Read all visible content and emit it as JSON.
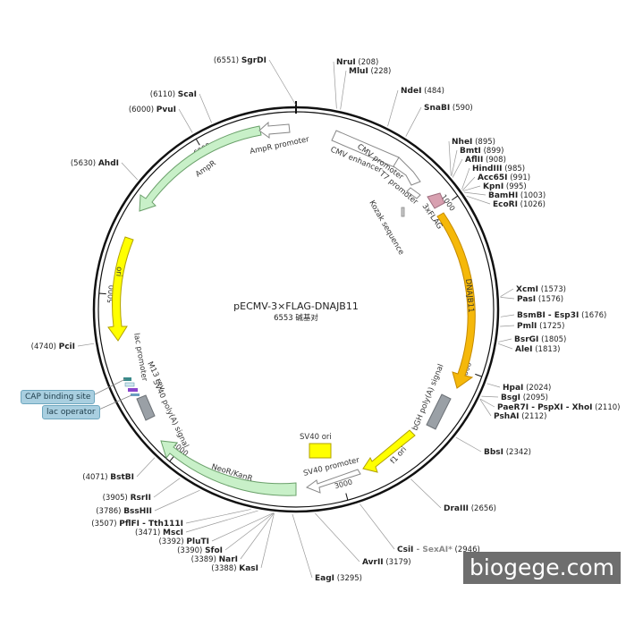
{
  "plasmid": {
    "name": "pECMV-3×FLAG-DNAJB11",
    "size_label": "6553 碱基对",
    "length": 6553
  },
  "ticks": [
    {
      "pos": 1000,
      "label": "1000"
    },
    {
      "pos": 2000,
      "label": "2000"
    },
    {
      "pos": 3000,
      "label": "3000"
    },
    {
      "pos": 4000,
      "label": "4000"
    },
    {
      "pos": 5000,
      "label": "5000"
    },
    {
      "pos": 6000,
      "label": "6000"
    }
  ],
  "sites": [
    {
      "name": "SgrDI",
      "pos": "(6551)",
      "pos_value": 6551,
      "side": "left"
    },
    {
      "name": "NruI",
      "pos": "(208)",
      "pos_value": 208,
      "side": "right"
    },
    {
      "name": "MluI",
      "pos": "(228)",
      "pos_value": 228,
      "side": "right"
    },
    {
      "name": "NdeI",
      "pos": "(484)",
      "pos_value": 484,
      "side": "right"
    },
    {
      "name": "SnaBI",
      "pos": "(590)",
      "pos_value": 590,
      "side": "right"
    },
    {
      "name": "NheI",
      "pos": "(895)",
      "pos_value": 895,
      "side": "right"
    },
    {
      "name": "BmtI",
      "pos": "(899)",
      "pos_value": 899,
      "side": "right"
    },
    {
      "name": "AflII",
      "pos": "(908)",
      "pos_value": 908,
      "side": "right"
    },
    {
      "name": "HindIII",
      "pos": "(985)",
      "pos_value": 985,
      "side": "right"
    },
    {
      "name": "Acc65I",
      "pos": "(991)",
      "pos_value": 991,
      "side": "right"
    },
    {
      "name": "KpnI",
      "pos": "(995)",
      "pos_value": 995,
      "side": "right"
    },
    {
      "name": "BamHI",
      "pos": "(1003)",
      "pos_value": 1003,
      "side": "right"
    },
    {
      "name": "EcoRI",
      "pos": "(1026)",
      "pos_value": 1026,
      "side": "right"
    },
    {
      "name": "XcmI",
      "pos": "(1573)",
      "pos_value": 1573,
      "side": "right"
    },
    {
      "name": "PasI",
      "pos": "(1576)",
      "pos_value": 1576,
      "side": "right"
    },
    {
      "name": "BsmBI - Esp3I",
      "pos": "(1676)",
      "pos_value": 1676,
      "side": "right"
    },
    {
      "name": "PmlI",
      "pos": "(1725)",
      "pos_value": 1725,
      "side": "right"
    },
    {
      "name": "BsrGI",
      "pos": "(1805)",
      "pos_value": 1805,
      "side": "right"
    },
    {
      "name": "AleI",
      "pos": "(1813)",
      "pos_value": 1813,
      "side": "right"
    },
    {
      "name": "HpaI",
      "pos": "(2024)",
      "pos_value": 2024,
      "side": "right"
    },
    {
      "name": "BsgI",
      "pos": "(2095)",
      "pos_value": 2095,
      "side": "right"
    },
    {
      "name": "PaeR7I - PspXI - XhoI",
      "pos": "(2110)",
      "pos_value": 2110,
      "side": "right"
    },
    {
      "name": "PshAI",
      "pos": "(2112)",
      "pos_value": 2112,
      "side": "right"
    },
    {
      "name": "BbsI",
      "pos": "(2342)",
      "pos_value": 2342,
      "side": "right"
    },
    {
      "name": "DraIII",
      "pos": "(2656)",
      "pos_value": 2656,
      "side": "right"
    },
    {
      "name": "CsiI",
      "name2": " - SexAI*",
      "pos": "(2946)",
      "pos_value": 2946,
      "side": "right"
    },
    {
      "name": "AvrII",
      "pos": "(3179)",
      "pos_value": 3179,
      "side": "right"
    },
    {
      "name": "EagI",
      "pos": "(3295)",
      "pos_value": 3295,
      "side": "right"
    },
    {
      "name": "KasI",
      "pos": "(3388)",
      "pos_value": 3388,
      "side": "left"
    },
    {
      "name": "NarI",
      "pos": "(3389)",
      "pos_value": 3389,
      "side": "left"
    },
    {
      "name": "SfoI",
      "pos": "(3390)",
      "pos_value": 3390,
      "side": "left"
    },
    {
      "name": "PluTI",
      "pos": "(3392)",
      "pos_value": 3392,
      "side": "left"
    },
    {
      "name": "MscI",
      "pos": "(3471)",
      "pos_value": 3471,
      "side": "left"
    },
    {
      "name": "PflFI - Tth111I",
      "pos": "(3507)",
      "pos_value": 3507,
      "side": "left"
    },
    {
      "name": "BssHII",
      "pos": "(3786)",
      "pos_value": 3786,
      "side": "left"
    },
    {
      "name": "RsrII",
      "pos": "(3905)",
      "pos_value": 3905,
      "side": "left"
    },
    {
      "name": "BstBI",
      "pos": "(4071)",
      "pos_value": 4071,
      "side": "left"
    },
    {
      "name": "PciI",
      "pos": "(4740)",
      "pos_value": 4740,
      "side": "left"
    },
    {
      "name": "AhdI",
      "pos": "(5630)",
      "pos_value": 5630,
      "side": "left"
    },
    {
      "name": "PvuI",
      "pos": "(6000)",
      "pos_value": 6000,
      "side": "left"
    },
    {
      "name": "ScaI",
      "pos": "(6110)",
      "pos_value": 6110,
      "side": "left"
    }
  ],
  "features": [
    {
      "label": "CMV enhancer",
      "start": 60,
      "end": 440,
      "color": "#ffffff",
      "ring": "inner"
    },
    {
      "label": "CMV promoter",
      "start": 440,
      "end": 800,
      "color": "#ffffff",
      "ring": "inner"
    },
    {
      "label": "T7 promoter",
      "start": 820,
      "end": 860,
      "color": "#ffffff",
      "ring": "inner2"
    },
    {
      "label": "Kozak sequence",
      "start": 880,
      "end": 895,
      "color": "#c8c8c8",
      "ring": "inner2"
    },
    {
      "label": "3xFLAG",
      "start": 1010,
      "end": 1090,
      "color": "#d8a0b0",
      "ring": "inner"
    },
    {
      "label": "DNAJB11",
      "start": 1100,
      "end": 2100,
      "color": "#f5b80a",
      "ring": "main"
    },
    {
      "label": "bGH poly(A) signal",
      "start": 2120,
      "end": 2350,
      "color": "#9aa0a6",
      "ring": "inner"
    },
    {
      "label": "f1 ori",
      "start": 2400,
      "end": 2830,
      "color": "#ffff00",
      "ring": "inner"
    },
    {
      "label": "SV40 promoter",
      "start": 2840,
      "end": 3195,
      "color": "#ffffff",
      "ring": "inner"
    },
    {
      "label": "SV40 ori",
      "start": 3020,
      "end": 3150,
      "color": "#ffff00",
      "ring": "center"
    },
    {
      "label": "NeoR/KanR",
      "start": 3260,
      "end": 4055,
      "color": "#c8f0c8",
      "ring": "inner"
    },
    {
      "label": "SV40 poly(A) signal",
      "start": 4200,
      "end": 4330,
      "color": "#9aa0a6",
      "ring": "inner"
    },
    {
      "label": "M13 rev",
      "start": 4380,
      "end": 4400,
      "color": "#8844cc",
      "ring": "inner"
    },
    {
      "label": "lac operator",
      "start": 4405,
      "end": 4425,
      "color": "#6a9fc0",
      "ring": "inner"
    },
    {
      "label": "lac promoter",
      "start": 4430,
      "end": 4460,
      "color": "#3a8a8a",
      "ring": "inner"
    },
    {
      "label": "CAP binding site",
      "start": 4470,
      "end": 4490,
      "color": "#7ab0c8",
      "ring": "inner"
    },
    {
      "label": "ori",
      "start": 4760,
      "end": 5350,
      "color": "#ffff00",
      "ring": "inner"
    },
    {
      "label": "AmpR",
      "start": 5410,
      "end": 6270,
      "color": "#c8f0c8",
      "ring": "inner"
    },
    {
      "label": "AmpR promoter",
      "start": 6270,
      "end": 6380,
      "color": "#ffffff",
      "ring": "inner"
    }
  ],
  "callouts": [
    {
      "label": "CAP binding site"
    },
    {
      "label": "lac operator"
    }
  ],
  "watermark": "biogege.com"
}
